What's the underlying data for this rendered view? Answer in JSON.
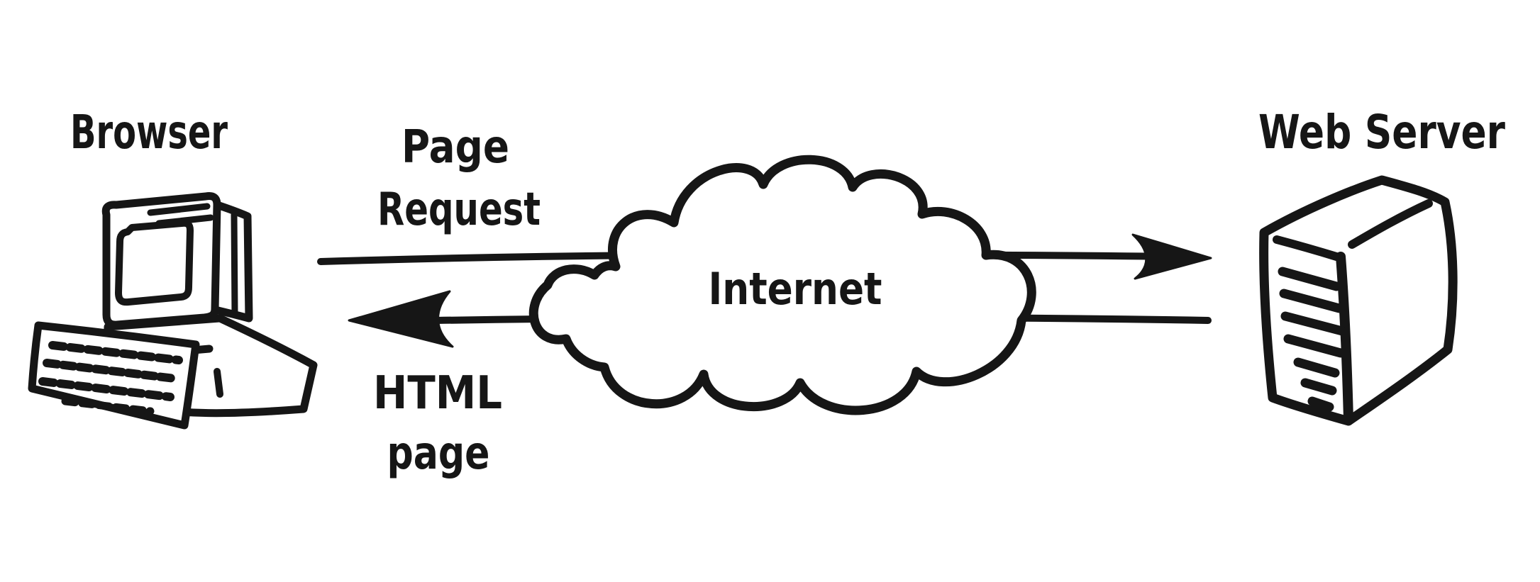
{
  "diagram": {
    "background_color": "#ffffff",
    "ink_color": "#161616",
    "style": "hand-drawn sketch",
    "nodes": {
      "browser": {
        "label": "Browser",
        "icon": "desktop-computer-sketch"
      },
      "internet": {
        "label": "Internet",
        "icon": "cloud-sketch"
      },
      "web_server": {
        "label": "Web Server",
        "icon": "tower-server-sketch"
      }
    },
    "arrows": {
      "page_request": {
        "label_line1": "Page",
        "label_line2": "Request",
        "from": "Browser",
        "to": "Web Server",
        "direction": "right"
      },
      "html_page": {
        "label_line1": "HTML",
        "label_line2": "page",
        "from": "Web Server",
        "to": "Browser",
        "direction": "left"
      }
    }
  }
}
